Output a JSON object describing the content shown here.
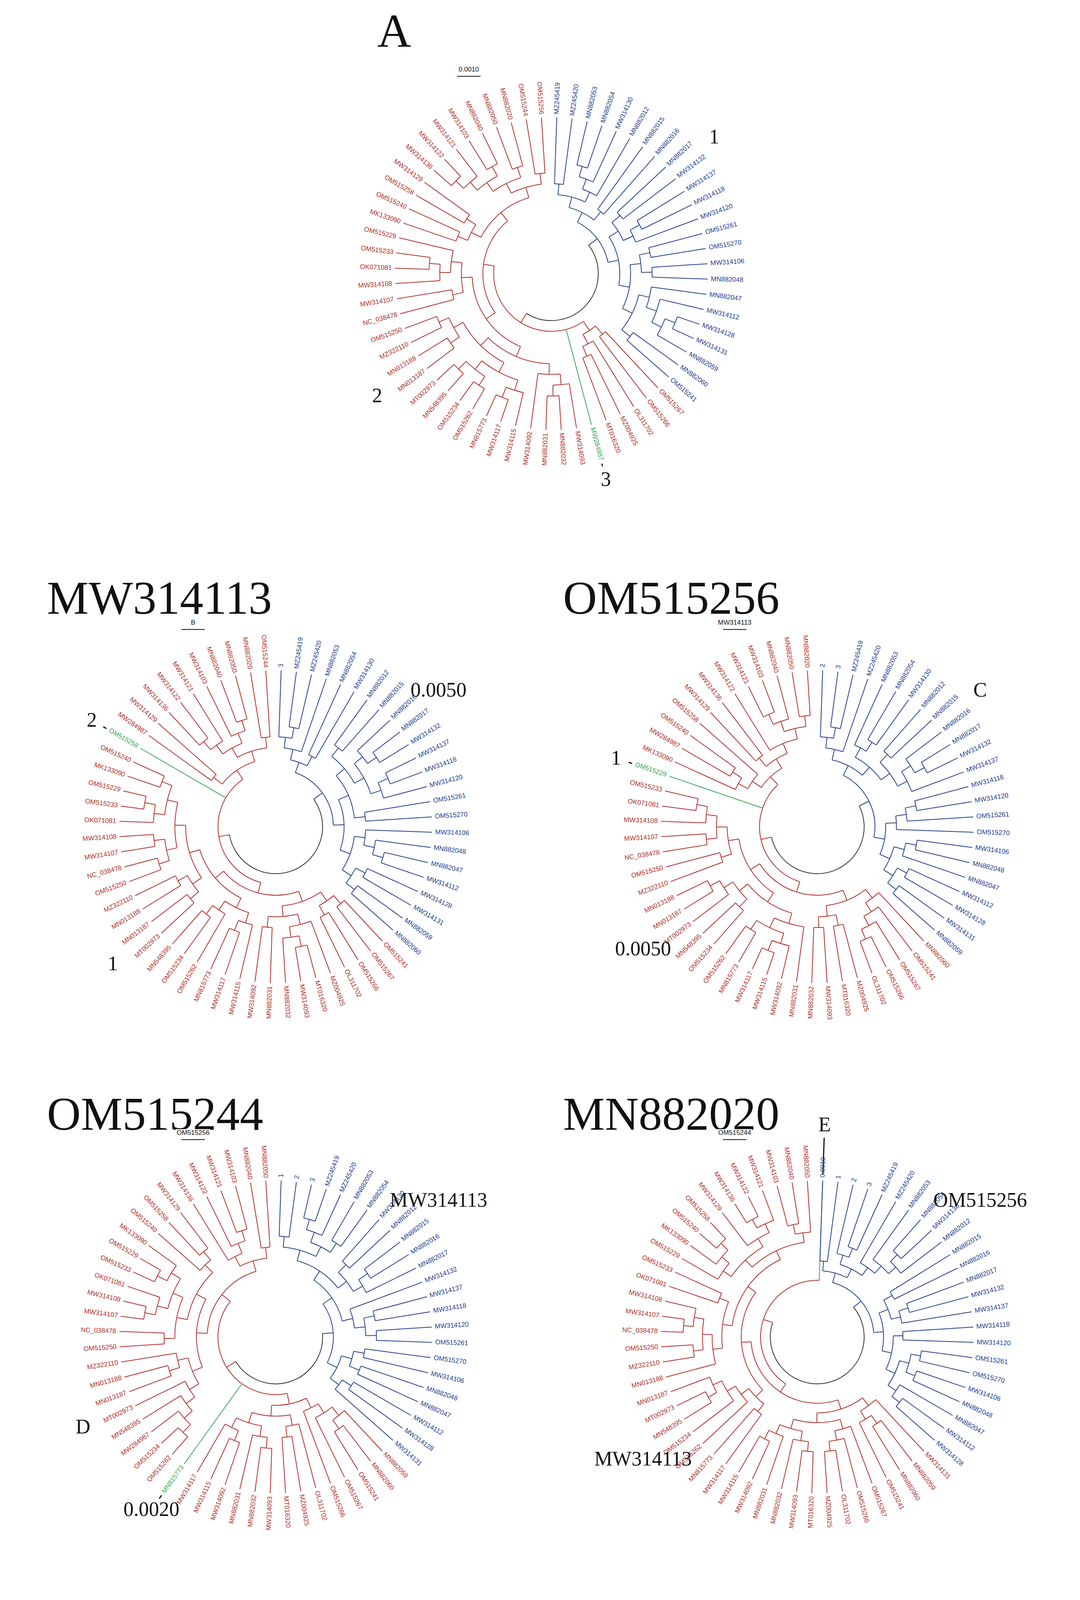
{
  "diagram": {
    "labels": [
      "A",
      "0.0010",
      "1",
      "2",
      "3",
      "MZ245419",
      "MZ245420",
      "MN882053",
      "MN882054",
      "MW314130",
      "MN882012",
      "MN882015",
      "MN882016",
      "MN882017",
      "MW314132",
      "MW314137",
      "MW314118",
      "MW314120",
      "OM515261",
      "OM515270",
      "MW314106",
      "MN882048",
      "MN882047",
      "MW314112",
      "MW314128",
      "MW314131",
      "MN882059",
      "MN882060",
      "OM515241",
      "OM515267",
      "OM515266",
      "OL311702",
      "MZ004925",
      "MT016320",
      "MW284987",
      "MW314093",
      "MN882032",
      "MN882031",
      "MW314092",
      "MW314115",
      "MW314117",
      "MN815773",
      "OM515262",
      "OM515234",
      "MN548395",
      "MT002973",
      "MN013187",
      "MN013188",
      "MZ322110",
      "OM515250",
      "NC_038478",
      "MW314107",
      "MW314108",
      "OK071081",
      "OM515233",
      "OM515229",
      "MK133090",
      "OM515240",
      "OM515258",
      "MW314129",
      "MW314136",
      "MW314122",
      "MW314121",
      "MW314103",
      "MN882040",
      "MN882050",
      "MN882020",
      "OM515244",
      "OM515256",
      "MW314113",
      "B",
      "0.0050",
      "1",
      "2",
      "3",
      "MZ245419",
      "MZ245420",
      "MN882053",
      "MN882054",
      "MW314130",
      "MN882012",
      "MN882015",
      "MN882016",
      "MN882017",
      "MW314132",
      "MW314137",
      "MW314118",
      "MW314120",
      "OM515261",
      "OM515270",
      "MW314106",
      "MN882048",
      "MN882047",
      "MW314112",
      "MW314128",
      "MW314131",
      "MN882059",
      "MN882060",
      "OM515241",
      "OM515267",
      "OM515266",
      "OL311702",
      "MZ004925",
      "MT016320",
      "MW314093",
      "MN882032",
      "MN882031",
      "MW314092",
      "MW314115",
      "MW314117",
      "MN815773",
      "OM515262",
      "OM515234",
      "MN548395",
      "MT002973",
      "MN013187",
      "MN013188",
      "MZ322110",
      "OM515250",
      "NC_038478",
      "MW314107",
      "MW314108",
      "OK071081",
      "OM515233",
      "OM515229",
      "MK133090",
      "OM515240",
      "OM515258",
      "MW284987",
      "MW314129",
      "MW314136",
      "MW314122",
      "MW314121",
      "MW314103",
      "MN882040",
      "MN882050",
      "MN882020",
      "OM515244",
      "OM515256",
      "MW314113",
      "C",
      "0.0050",
      "1",
      "2",
      "3",
      "MZ245419",
      "MZ245420",
      "MN882053",
      "MN882054",
      "MW314130",
      "MN882012",
      "MN882015",
      "MN882016",
      "MN882017",
      "MW314132",
      "MW314137",
      "MW314118",
      "MW314120",
      "OM515261",
      "OM515270",
      "MW314106",
      "MN882048",
      "MN882047",
      "MW314112",
      "MW314128",
      "MW314131",
      "MN882059",
      "MN882060",
      "OM515241",
      "OM515267",
      "OM515266",
      "OL311702",
      "MZ004925",
      "MT016320",
      "MW314093",
      "MN882032",
      "MN882031",
      "MW314092",
      "MW314115",
      "MW314117",
      "MN815773",
      "OM515262",
      "OM515234",
      "MN548395",
      "MT002973",
      "MN013187",
      "MN013188",
      "MZ322110",
      "OM515250",
      "NC_038478",
      "MW314107",
      "MW314108",
      "OK071081",
      "OM515233",
      "OM515229",
      "MK133090",
      "MW284987",
      "OM515240",
      "OM515258",
      "MW314129",
      "MW314136",
      "MW314122",
      "MW314121",
      "MW314103",
      "MN882040",
      "MN882050",
      "MN882020",
      "OM515244",
      "OM515256",
      "MW314113",
      "D",
      "0.0020",
      "1",
      "2",
      "3",
      "MZ245419",
      "MZ245420",
      "MN882053",
      "MN882054",
      "MW314130",
      "MN882012",
      "MN882015",
      "MN882016",
      "MN882017",
      "MW314132",
      "MW314137",
      "MW314118",
      "MW314120",
      "OM515261",
      "OM515270",
      "MW314106",
      "MN882048",
      "MN882047",
      "MW314112",
      "MW314128",
      "MW314131",
      "MN882059",
      "MN882060",
      "OM515241",
      "OM515267",
      "OM515266",
      "OL311702",
      "MZ004925",
      "MT016320",
      "MW314093",
      "MN882032",
      "MN882031",
      "MW314092",
      "MW314115",
      "MW314117",
      "MN815773",
      "OM515262",
      "OM515234",
      "MW284987",
      "MN548395",
      "MT002973",
      "MN013187",
      "MN013188",
      "MZ322110",
      "OM515250",
      "NC_038478",
      "MW314107",
      "MW314108",
      "OK071081",
      "OM515233",
      "OM515229",
      "MK133090",
      "OM515240",
      "OM515258",
      "MW314129",
      "MW314136",
      "MW314122",
      "MW314121",
      "MW314103",
      "MN882040",
      "MN882050",
      "MN882020",
      "OM515244",
      "OM515256",
      "MW314113",
      "E",
      "0.0010",
      "1",
      "2",
      "3",
      "MZ245419",
      "MZ245420",
      "MN882053",
      "MN882054",
      "MW314130",
      "MN882012",
      "MN882015",
      "MN882016",
      "MN882017",
      "MW314132",
      "MW314137",
      "MW314118",
      "MW314120",
      "OM515261",
      "OM515270",
      "MW314106",
      "MN882048",
      "MN882047",
      "MW314112",
      "MW314128",
      "MW314131",
      "MN882059",
      "MN882060",
      "OM515241",
      "OM515267",
      "OM515266",
      "OL311702",
      "MZ004925",
      "MT016320",
      "MW314093",
      "MN882032",
      "MN882031",
      "MW314092",
      "MW314115",
      "MW314117",
      "MN815773",
      "OM515262",
      "OM515234",
      "MN548395",
      "MT002973",
      "MN013187",
      "MN013188",
      "MZ322110",
      "OM515250",
      "NC_038478",
      "MW314107",
      "MW314108",
      "OK071081",
      "OM515233",
      "OM515229",
      "MK133090",
      "OM515240",
      "OM515258",
      "MW314129",
      "MW314136",
      "MW314122",
      "MW314121",
      "MW314103",
      "MN882040",
      "MN882050",
      "MN882020",
      "OM515244",
      "OM515256",
      "MW314113",
      "MW284987"
    ]
  }
}
